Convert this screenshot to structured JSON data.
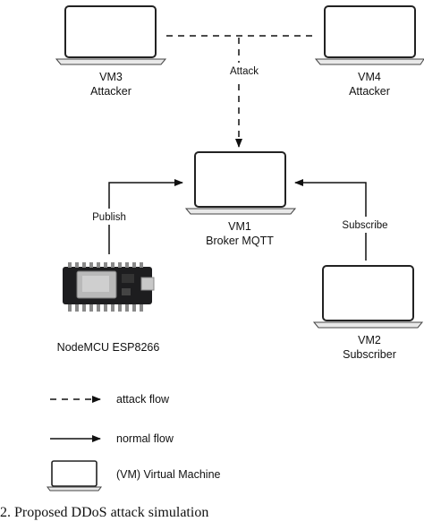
{
  "nodes": {
    "vm3": {
      "name": "VM3",
      "role": "Attacker"
    },
    "vm4": {
      "name": "VM4",
      "role": "Attacker"
    },
    "vm1": {
      "name": "VM1",
      "role": "Broker MQTT"
    },
    "vm2": {
      "name": "VM2",
      "role": "Subscriber"
    },
    "nodemcu": {
      "name": "NodeMCU ESP8266"
    }
  },
  "edges": {
    "attack": "Attack",
    "publish": "Publish",
    "subscribe": "Subscribe"
  },
  "legend": {
    "attack_flow": "attack flow",
    "normal_flow": "normal flow",
    "virtual_machine": "(VM) Virtual Machine"
  },
  "caption": "2. Proposed DDoS attack simulation"
}
